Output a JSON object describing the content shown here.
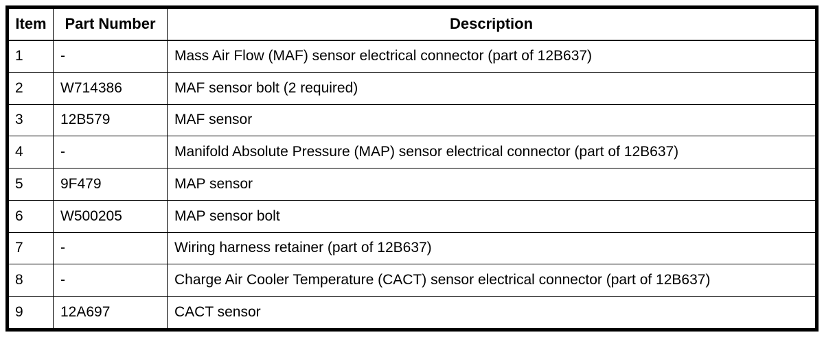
{
  "table": {
    "columns": [
      {
        "key": "item",
        "header": "Item"
      },
      {
        "key": "part_number",
        "header": "Part Number"
      },
      {
        "key": "description",
        "header": "Description"
      }
    ],
    "rows": [
      {
        "item": "1",
        "part_number": "-",
        "description": "Mass Air Flow (MAF) sensor electrical connector (part of 12B637)"
      },
      {
        "item": "2",
        "part_number": "W714386",
        "description": "MAF sensor bolt (2 required)"
      },
      {
        "item": "3",
        "part_number": "12B579",
        "description": "MAF sensor"
      },
      {
        "item": "4",
        "part_number": "-",
        "description": "Manifold Absolute Pressure (MAP) sensor electrical connector (part of 12B637)"
      },
      {
        "item": "5",
        "part_number": "9F479",
        "description": "MAP sensor"
      },
      {
        "item": "6",
        "part_number": "W500205",
        "description": "MAP sensor bolt"
      },
      {
        "item": "7",
        "part_number": "-",
        "description": "Wiring harness retainer (part of 12B637)"
      },
      {
        "item": "8",
        "part_number": "-",
        "description": "Charge Air Cooler Temperature (CACT) sensor electrical connector (part of 12B637)"
      },
      {
        "item": "9",
        "part_number": "12A697",
        "description": "CACT sensor"
      }
    ]
  },
  "colors": {
    "border": "#000000",
    "text": "#000000",
    "background": "#ffffff"
  }
}
